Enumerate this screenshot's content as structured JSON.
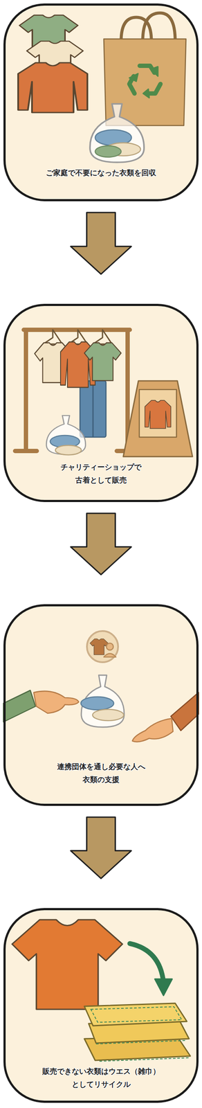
{
  "diagram": {
    "nodes": [
      {
        "text": [
          "ご家庭で不要になった衣類を回収"
        ]
      },
      {
        "text": [
          "チャリティーショップで 古着として販売"
        ]
      },
      {
        "text": [
          "連携団体を通し必要な人へ 衣類の支援"
        ]
      },
      {
        "text": [
          "販売できない衣類はウエス（雑巾） としてリサイクル"
        ]
      }
    ],
    "edges": [
      {
        "from": 0,
        "to": 1,
        "arrow": "to"
      },
      {
        "from": 1,
        "to": 2,
        "arrow": "to"
      },
      {
        "from": 2,
        "to": 3,
        "arrow": "to"
      }
    ]
  }
}
